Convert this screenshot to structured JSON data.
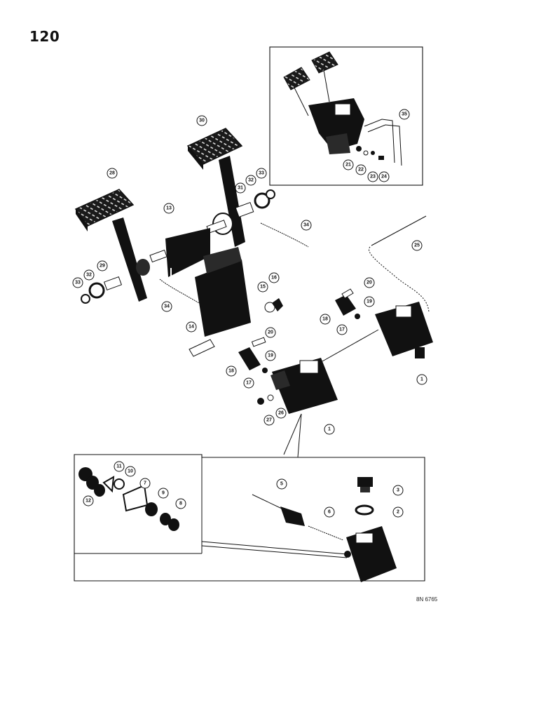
{
  "page": {
    "number": "120",
    "reference_code": "8N 6765"
  },
  "callouts": {
    "c1a": "1",
    "c1b": "1",
    "c2": "2",
    "c3": "3",
    "c5": "5",
    "c6": "6",
    "c7": "7",
    "c8": "8",
    "c9": "9",
    "c10": "10",
    "c11": "11",
    "c12": "12",
    "c13": "13",
    "c14": "14",
    "c15": "15",
    "c16": "16",
    "c17a": "17",
    "c17b": "17",
    "c18a": "18",
    "c18b": "18",
    "c19a": "19",
    "c19b": "19",
    "c20a": "20",
    "c20b": "20",
    "c21": "21",
    "c22": "22",
    "c23": "23",
    "c24": "24",
    "c25": "25",
    "c26": "26",
    "c27": "27",
    "c28": "28",
    "c29": "29",
    "c30": "30",
    "c31": "31",
    "c32a": "32",
    "c32b": "32",
    "c33a": "33",
    "c33b": "33",
    "c34a": "34",
    "c34b": "34",
    "c35": "35"
  }
}
